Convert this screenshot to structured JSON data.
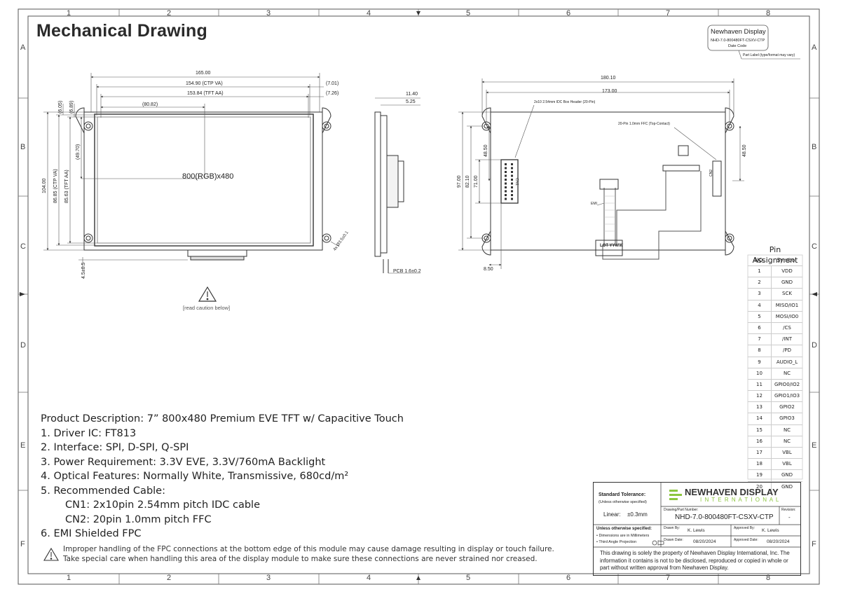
{
  "drawing": {
    "title": "Mechanical Drawing",
    "grid_columns": [
      "1",
      "2",
      "3",
      "4",
      "5",
      "6",
      "7",
      "8"
    ],
    "grid_rows": [
      "A",
      "B",
      "C",
      "D",
      "E",
      "F"
    ]
  },
  "part_label": {
    "brand": "Newhaven Display",
    "part": "NHD-7.0-800480FT-CSXV-CTP",
    "date_code": "Date Code",
    "note": "Part Label (type/format may vary)"
  },
  "front_view": {
    "width_overall": "165.00",
    "ctp_va": "154.90 (CTP VA)",
    "ctp_va_offset": "(7.01)",
    "tft_aa": "153.84 (TFT AA)",
    "tft_aa_offset": "(7.26)",
    "center_x": "(80.82)",
    "top_offset_1": "(6.05)",
    "top_offset_2": "(6.89)",
    "height_overall": "104.00",
    "ctp_va_h": "86.85 (CTP VA)",
    "tft_aa_h": "85.63 (TFT AA)",
    "center_y": "(49.70)",
    "resolution": "800(RGB)x480",
    "hole": "4x Ø3.5±0.1",
    "thickness": "4.5±0.5",
    "caution_note": "[read caution below]"
  },
  "side_view": {
    "dim_1": "11.40",
    "dim_2": "5.25",
    "pcb": "PCB 1.6±0.2"
  },
  "rear_view": {
    "width_overall": "180.10",
    "hole_spacing": "173.00",
    "header_label": "2x10 2.54mm IDC Box Header (20-Pin)",
    "ffc_label": "20-Pin 1.0mm FFC (Top-Contact)",
    "emi_label": "EMI",
    "cn1_label": "CN1",
    "cn2_label": "CN2",
    "lot_label": "LOT YYWW",
    "h_97": "97.00",
    "h_82": "82.10",
    "h_71": "71.00",
    "h_48_left": "48.50",
    "h_48_right": "48.50",
    "bottom_offset": "8.50"
  },
  "pin_assignment": {
    "title": "Pin Assignment",
    "col_no": "NO.",
    "col_symbol": "Symbol",
    "pins": [
      {
        "no": "1",
        "symbol": "VDD"
      },
      {
        "no": "2",
        "symbol": "GND"
      },
      {
        "no": "3",
        "symbol": "SCK"
      },
      {
        "no": "4",
        "symbol": "MISO/IO1"
      },
      {
        "no": "5",
        "symbol": "MOSI/IO0"
      },
      {
        "no": "6",
        "symbol": "/CS"
      },
      {
        "no": "7",
        "symbol": "/INT"
      },
      {
        "no": "8",
        "symbol": "/PD"
      },
      {
        "no": "9",
        "symbol": "AUDIO_L"
      },
      {
        "no": "10",
        "symbol": "NC"
      },
      {
        "no": "11",
        "symbol": "GPIO0/IO2"
      },
      {
        "no": "12",
        "symbol": "GPIO1/IO3"
      },
      {
        "no": "13",
        "symbol": "GPIO2"
      },
      {
        "no": "14",
        "symbol": "GPIO3"
      },
      {
        "no": "15",
        "symbol": "NC"
      },
      {
        "no": "16",
        "symbol": "NC"
      },
      {
        "no": "17",
        "symbol": "VBL"
      },
      {
        "no": "18",
        "symbol": "VBL"
      },
      {
        "no": "19",
        "symbol": "GND"
      },
      {
        "no": "20",
        "symbol": "GND"
      }
    ]
  },
  "description": {
    "line0": "Product Description: 7” 800x480 Premium EVE TFT w/ Capacitive Touch",
    "line1": "1. Driver IC: FT813",
    "line2": "2. Interface: SPI, D-SPI, Q-SPI",
    "line3": "3. Power Requirement: 3.3V EVE, 3.3V/760mA Backlight",
    "line4": "4. Optical Features: Normally White, Transmissive, 680cd/m²",
    "line5": "5. Recommended Cable:",
    "line6": "CN1: 2x10pin 2.54mm pitch IDC cable",
    "line7": "CN2: 20pin 1.0mm pitch FFC",
    "line8": "6. EMI Shielded FPC",
    "caution1": "Improper handling of the FPC connections at the bottom edge of this module may cause damage resulting in display or touch failure.",
    "caution2": "Take special care when handling this area of the display module to make sure these connections are never strained nor creased."
  },
  "title_block": {
    "tolerance_title": "Standard Tolerance:",
    "tolerance_sub": "(Unless otherwise specified)",
    "linear_label": "Linear:",
    "linear_value": "±0.3mm",
    "unless": "Unless otherwise specified:",
    "dims_mm": "• Dimensions are in Millimeters",
    "projection": "• Third Angle Projection",
    "logo_main": "NEWHAVEN DISPLAY",
    "logo_sub": "I N T E R N A T I O N A L",
    "part_number_label": "Drawing/Part Number:",
    "part_number": "NHD-7.0-800480FT-CSXV-CTP",
    "revision_label": "Revision:",
    "revision": "-",
    "drawn_by_label": "Drawn By:",
    "drawn_by": "K. Lewis",
    "approved_by_label": "Approved By:",
    "approved_by": "K. Lewis",
    "drawn_date_label": "Drawn Date:",
    "drawn_date": "08/20/2024",
    "approved_date_label": "Approved Date:",
    "approved_date": "08/20/2024",
    "legal": "This drawing is solely the property of Newhaven Display International, Inc. The information it contains is not to be disclosed, reproduced or copied in whole or part without written approval from Newhaven Display.",
    "brand_color": "#8cc63f"
  }
}
